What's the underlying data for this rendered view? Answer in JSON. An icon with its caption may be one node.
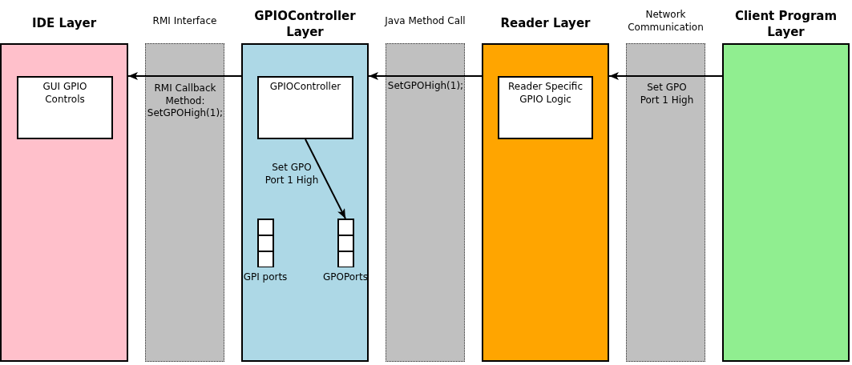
{
  "diagram": {
    "nodes": [
      {
        "text": [
          "IDE Layer"
        ]
      },
      {
        "text": [
          "GUI GPIO Controls"
        ],
        "in": 0
      },
      {
        "text": [
          "GPIOController Layer"
        ]
      },
      {
        "text": [
          "GPIOController"
        ],
        "in": 2
      },
      {
        "text": [
          "GPI ports"
        ],
        "in": 2
      },
      {
        "text": [
          "GPOPorts"
        ],
        "in": 2
      },
      {
        "text": [
          "Reader Layer"
        ]
      },
      {
        "text": [
          "Reader Specific GPIO Logic"
        ],
        "in": 6
      },
      {
        "text": [
          "Client Program Layer"
        ]
      }
    ],
    "edges": [
      {
        "from": 8,
        "to": 6,
        "arrow": "to",
        "label": "Set GPO Port 1 High"
      },
      {
        "from": 6,
        "to": 2,
        "arrow": "to",
        "label": "SetGPOHigh(1);"
      },
      {
        "from": 2,
        "to": 0,
        "arrow": "to",
        "label": "RMI Callback Method: SetGPOHigh(1);"
      },
      {
        "from": 3,
        "to": 5,
        "arrow": "to",
        "label": "Set GPO Port 1 High"
      }
    ],
    "labels": [
      "RMI Interface",
      "Java Method Call",
      "Network Communication"
    ]
  }
}
